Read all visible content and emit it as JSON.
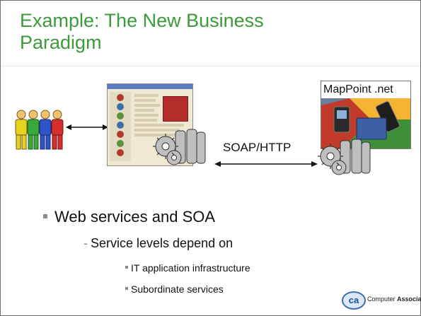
{
  "slide": {
    "title": "Example: The New Business Paradigm",
    "soap_label": "SOAP/HTTP",
    "mappoint_logo": "MapPoint .net",
    "bullets": {
      "level1": "Web services and SOA",
      "level2": "Service levels depend on",
      "level3": [
        "IT application infrastructure",
        "Subordinate services"
      ]
    },
    "footer_logo": {
      "badge": "ca",
      "text_prefix": "Computer ",
      "text_bold": "Associates"
    }
  },
  "colors": {
    "title_green": "#3c9a3a",
    "bullet_gray": "#8c8c8c",
    "ca_blue": "#1e4f99"
  },
  "icons": [
    "people-group-icon",
    "browser-screenshot-icon",
    "server-gears-icon",
    "mappoint-logo-icon",
    "double-arrow-icon"
  ]
}
